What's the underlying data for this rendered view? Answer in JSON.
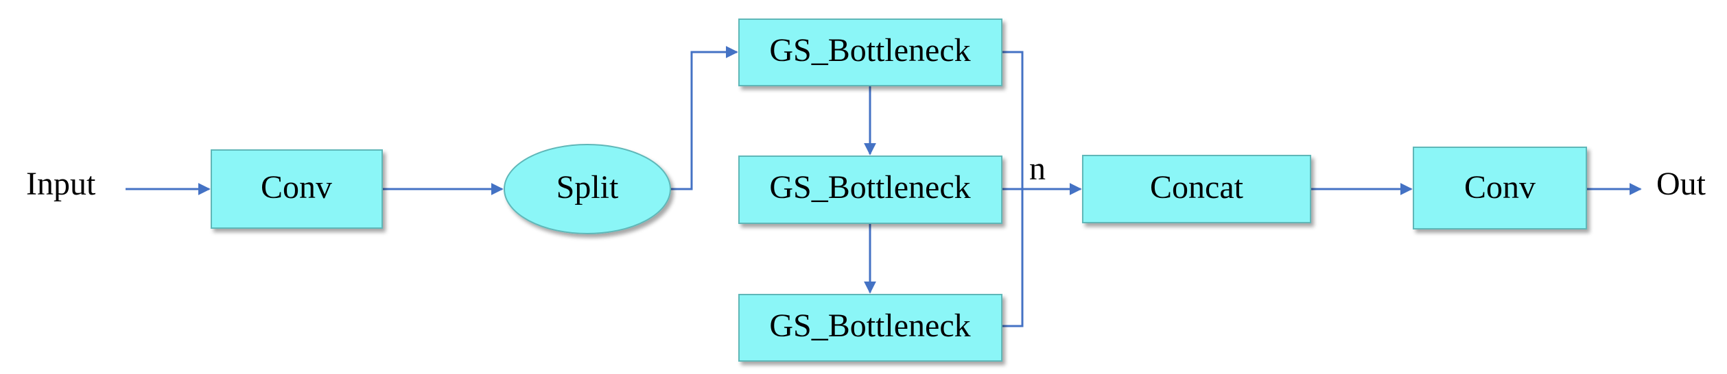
{
  "colors": {
    "node_fill": "#8BF6F7",
    "node_stroke": "#5FB7B8",
    "edge": "#4472C4",
    "text": "#000000"
  },
  "labels": {
    "input": "Input",
    "output": "Out",
    "n": "n"
  },
  "nodes": {
    "conv1": {
      "label": "Conv",
      "shape": "rectangle"
    },
    "split": {
      "label": "Split",
      "shape": "ellipse"
    },
    "gs1": {
      "label": "GS_Bottleneck",
      "shape": "rectangle"
    },
    "gs2": {
      "label": "GS_Bottleneck",
      "shape": "rectangle"
    },
    "gs3": {
      "label": "GS_Bottleneck",
      "shape": "rectangle"
    },
    "concat": {
      "label": "Concat",
      "shape": "rectangle"
    },
    "conv2": {
      "label": "Conv",
      "shape": "rectangle"
    }
  },
  "edges": [
    {
      "from": "input",
      "to": "conv1"
    },
    {
      "from": "conv1",
      "to": "split"
    },
    {
      "from": "split",
      "to": "gs1"
    },
    {
      "from": "gs1",
      "to": "gs2"
    },
    {
      "from": "gs2",
      "to": "gs3"
    },
    {
      "from": "gs1",
      "to": "concat"
    },
    {
      "from": "gs2",
      "to": "concat"
    },
    {
      "from": "gs3",
      "to": "concat"
    },
    {
      "from": "concat",
      "to": "conv2"
    },
    {
      "from": "conv2",
      "to": "output"
    }
  ]
}
